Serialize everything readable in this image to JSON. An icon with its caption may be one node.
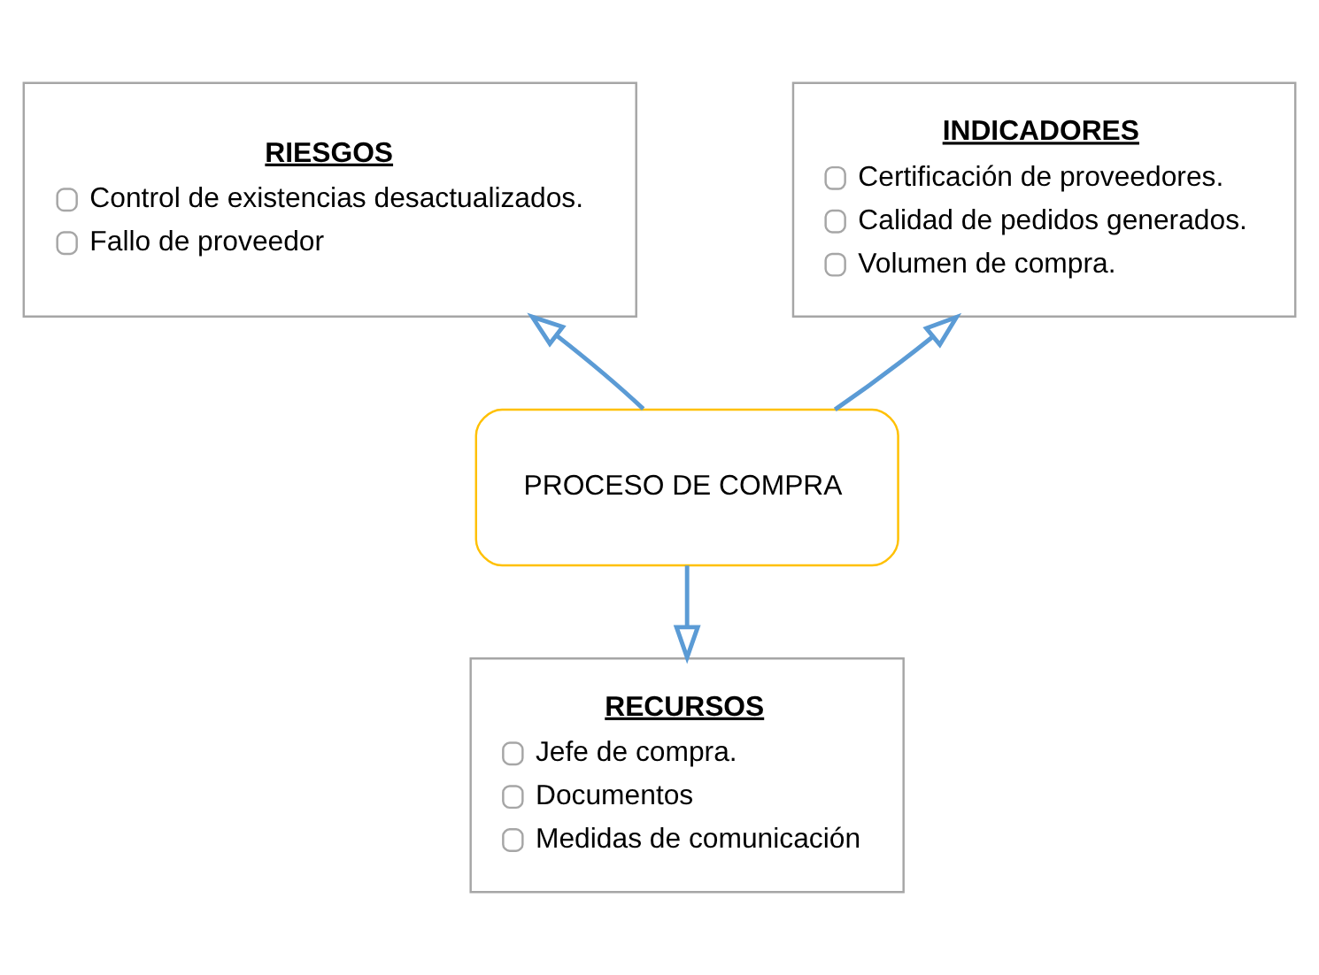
{
  "diagram": {
    "nodes": [
      {
        "text": [
          "RIESGOS",
          "Control de existencias desactualizados.",
          "Fallo de proveedor"
        ]
      },
      {
        "text": [
          "INDICADORES",
          "Certificación de proveedores.",
          "Calidad de pedidos generados.",
          "Volumen de compra."
        ]
      },
      {
        "text": [
          "PROCESO DE COMPRA"
        ]
      },
      {
        "text": [
          "RECURSOS",
          "Jefe de compra.",
          "Documentos",
          "Medidas de comunicación"
        ]
      }
    ],
    "edges": [
      {
        "from": 2,
        "to": 0,
        "arrow": "to"
      },
      {
        "from": 2,
        "to": 1,
        "arrow": "to"
      },
      {
        "from": 2,
        "to": 3,
        "arrow": "to"
      }
    ]
  }
}
